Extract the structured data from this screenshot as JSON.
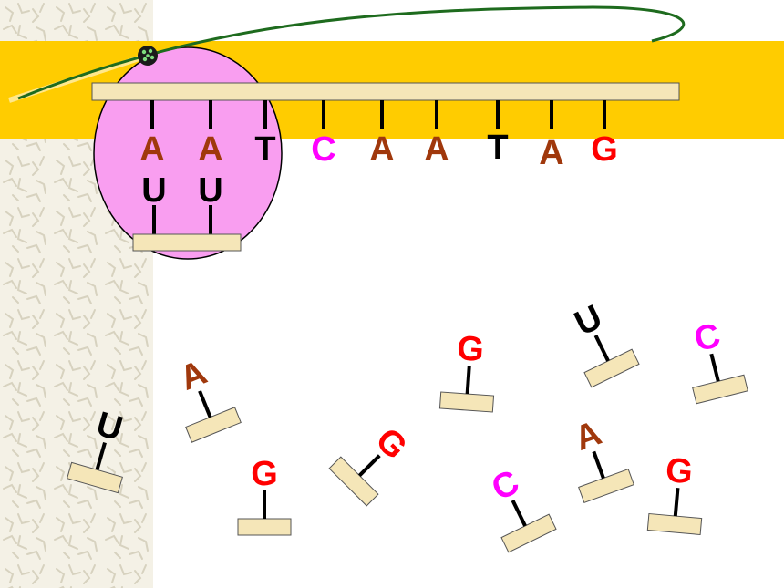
{
  "colors": {
    "A": "#a0380c",
    "T": "#000000",
    "C": "#ff00ff",
    "G": "#ff0000",
    "U": "#000000",
    "band": "#ffcc00",
    "ribosome": "#f99ef0",
    "bar": "#f5e6b8",
    "mrna_line": "#1e6b1e"
  },
  "template_strand": [
    "A",
    "A",
    "T",
    "C",
    "A",
    "A",
    "T",
    "A",
    "G"
  ],
  "paired_bases": [
    "U",
    "U"
  ],
  "free_nucleotides": [
    "U",
    "A",
    "G",
    "G",
    "G",
    "C",
    "U",
    "A",
    "C",
    "G"
  ]
}
